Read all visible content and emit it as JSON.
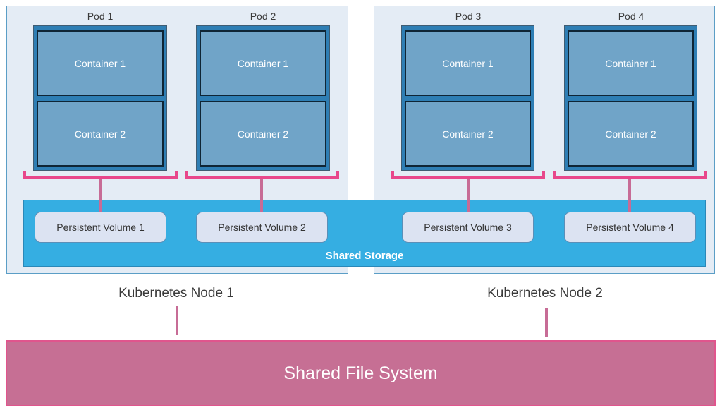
{
  "nodes": [
    {
      "label": "Kubernetes Node 1"
    },
    {
      "label": "Kubernetes Node 2"
    }
  ],
  "pods": [
    {
      "label": "Pod 1",
      "containers": [
        "Container 1",
        "Container 2"
      ],
      "volume": "Persistent Volume 1"
    },
    {
      "label": "Pod 2",
      "containers": [
        "Container 1",
        "Container 2"
      ],
      "volume": "Persistent  Volume 2"
    },
    {
      "label": "Pod 3",
      "containers": [
        "Container 1",
        "Container 2"
      ],
      "volume": "Persistent Volume 3"
    },
    {
      "label": "Pod 4",
      "containers": [
        "Container 1",
        "Container 2"
      ],
      "volume": "Persistent  Volume 4"
    }
  ],
  "shared_storage": {
    "label": "Shared Storage"
  },
  "shared_file_system": {
    "label": "Shared File System"
  },
  "colors": {
    "node_bg": "#e4ecf5",
    "pod_bg": "#2e7eb4",
    "container_bg": "#70a4c8",
    "storage_bg": "#35aee2",
    "volume_bg": "#dce3f2",
    "bracket": "#e8478b",
    "connector": "#c76c96",
    "file_system_bg": "#c66f94"
  }
}
